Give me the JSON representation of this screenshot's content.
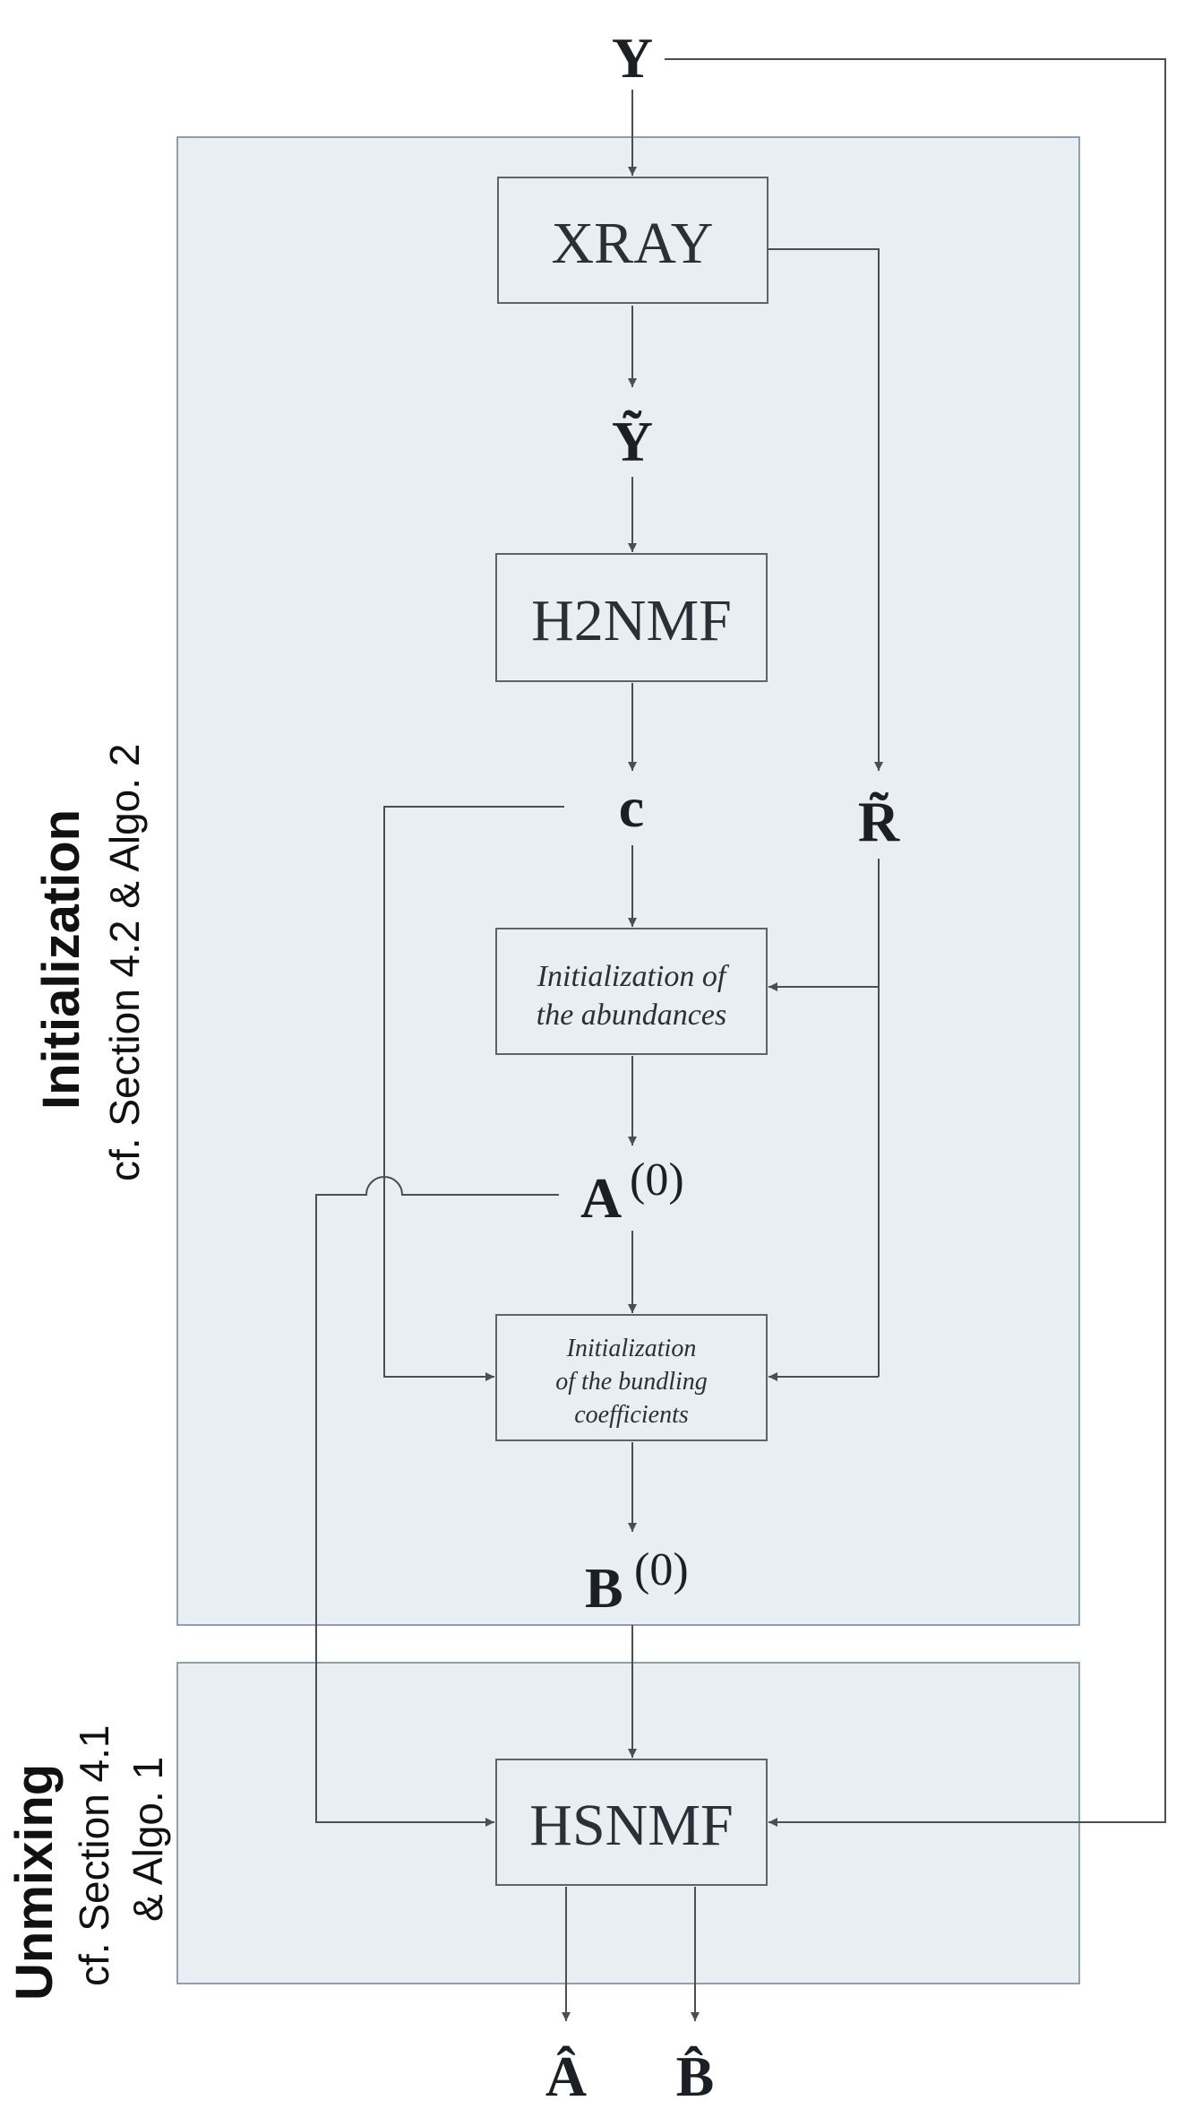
{
  "inputs": {
    "y": "Y",
    "y_tilde": "Ỹ",
    "r_tilde": "R̃",
    "c": "c",
    "a0_base": "A",
    "a0_sup": "(0)",
    "b0_base": "B",
    "b0_sup": "(0)",
    "a_hat": "Â",
    "b_hat": "B̂"
  },
  "blocks": {
    "xray": "XRAY",
    "h2nmf": "H2NMF",
    "hsnmf": "HSNMF",
    "init_abundances": [
      "Initialization of",
      "the abundances"
    ],
    "init_bundling": [
      "Initialization",
      "of the bundling",
      "coefficients"
    ]
  },
  "panels": {
    "initialization": {
      "title": "Initialization",
      "subtitle": "cf. Section 4.2 & Algo. 2"
    },
    "unmixing": {
      "title": "Unmixing",
      "subtitle_line1": "cf. Section 4.1",
      "subtitle_line2": "& Algo. 1"
    }
  },
  "colors": {
    "panel_fill": "#e9eef3",
    "line": "#4a4f55"
  }
}
